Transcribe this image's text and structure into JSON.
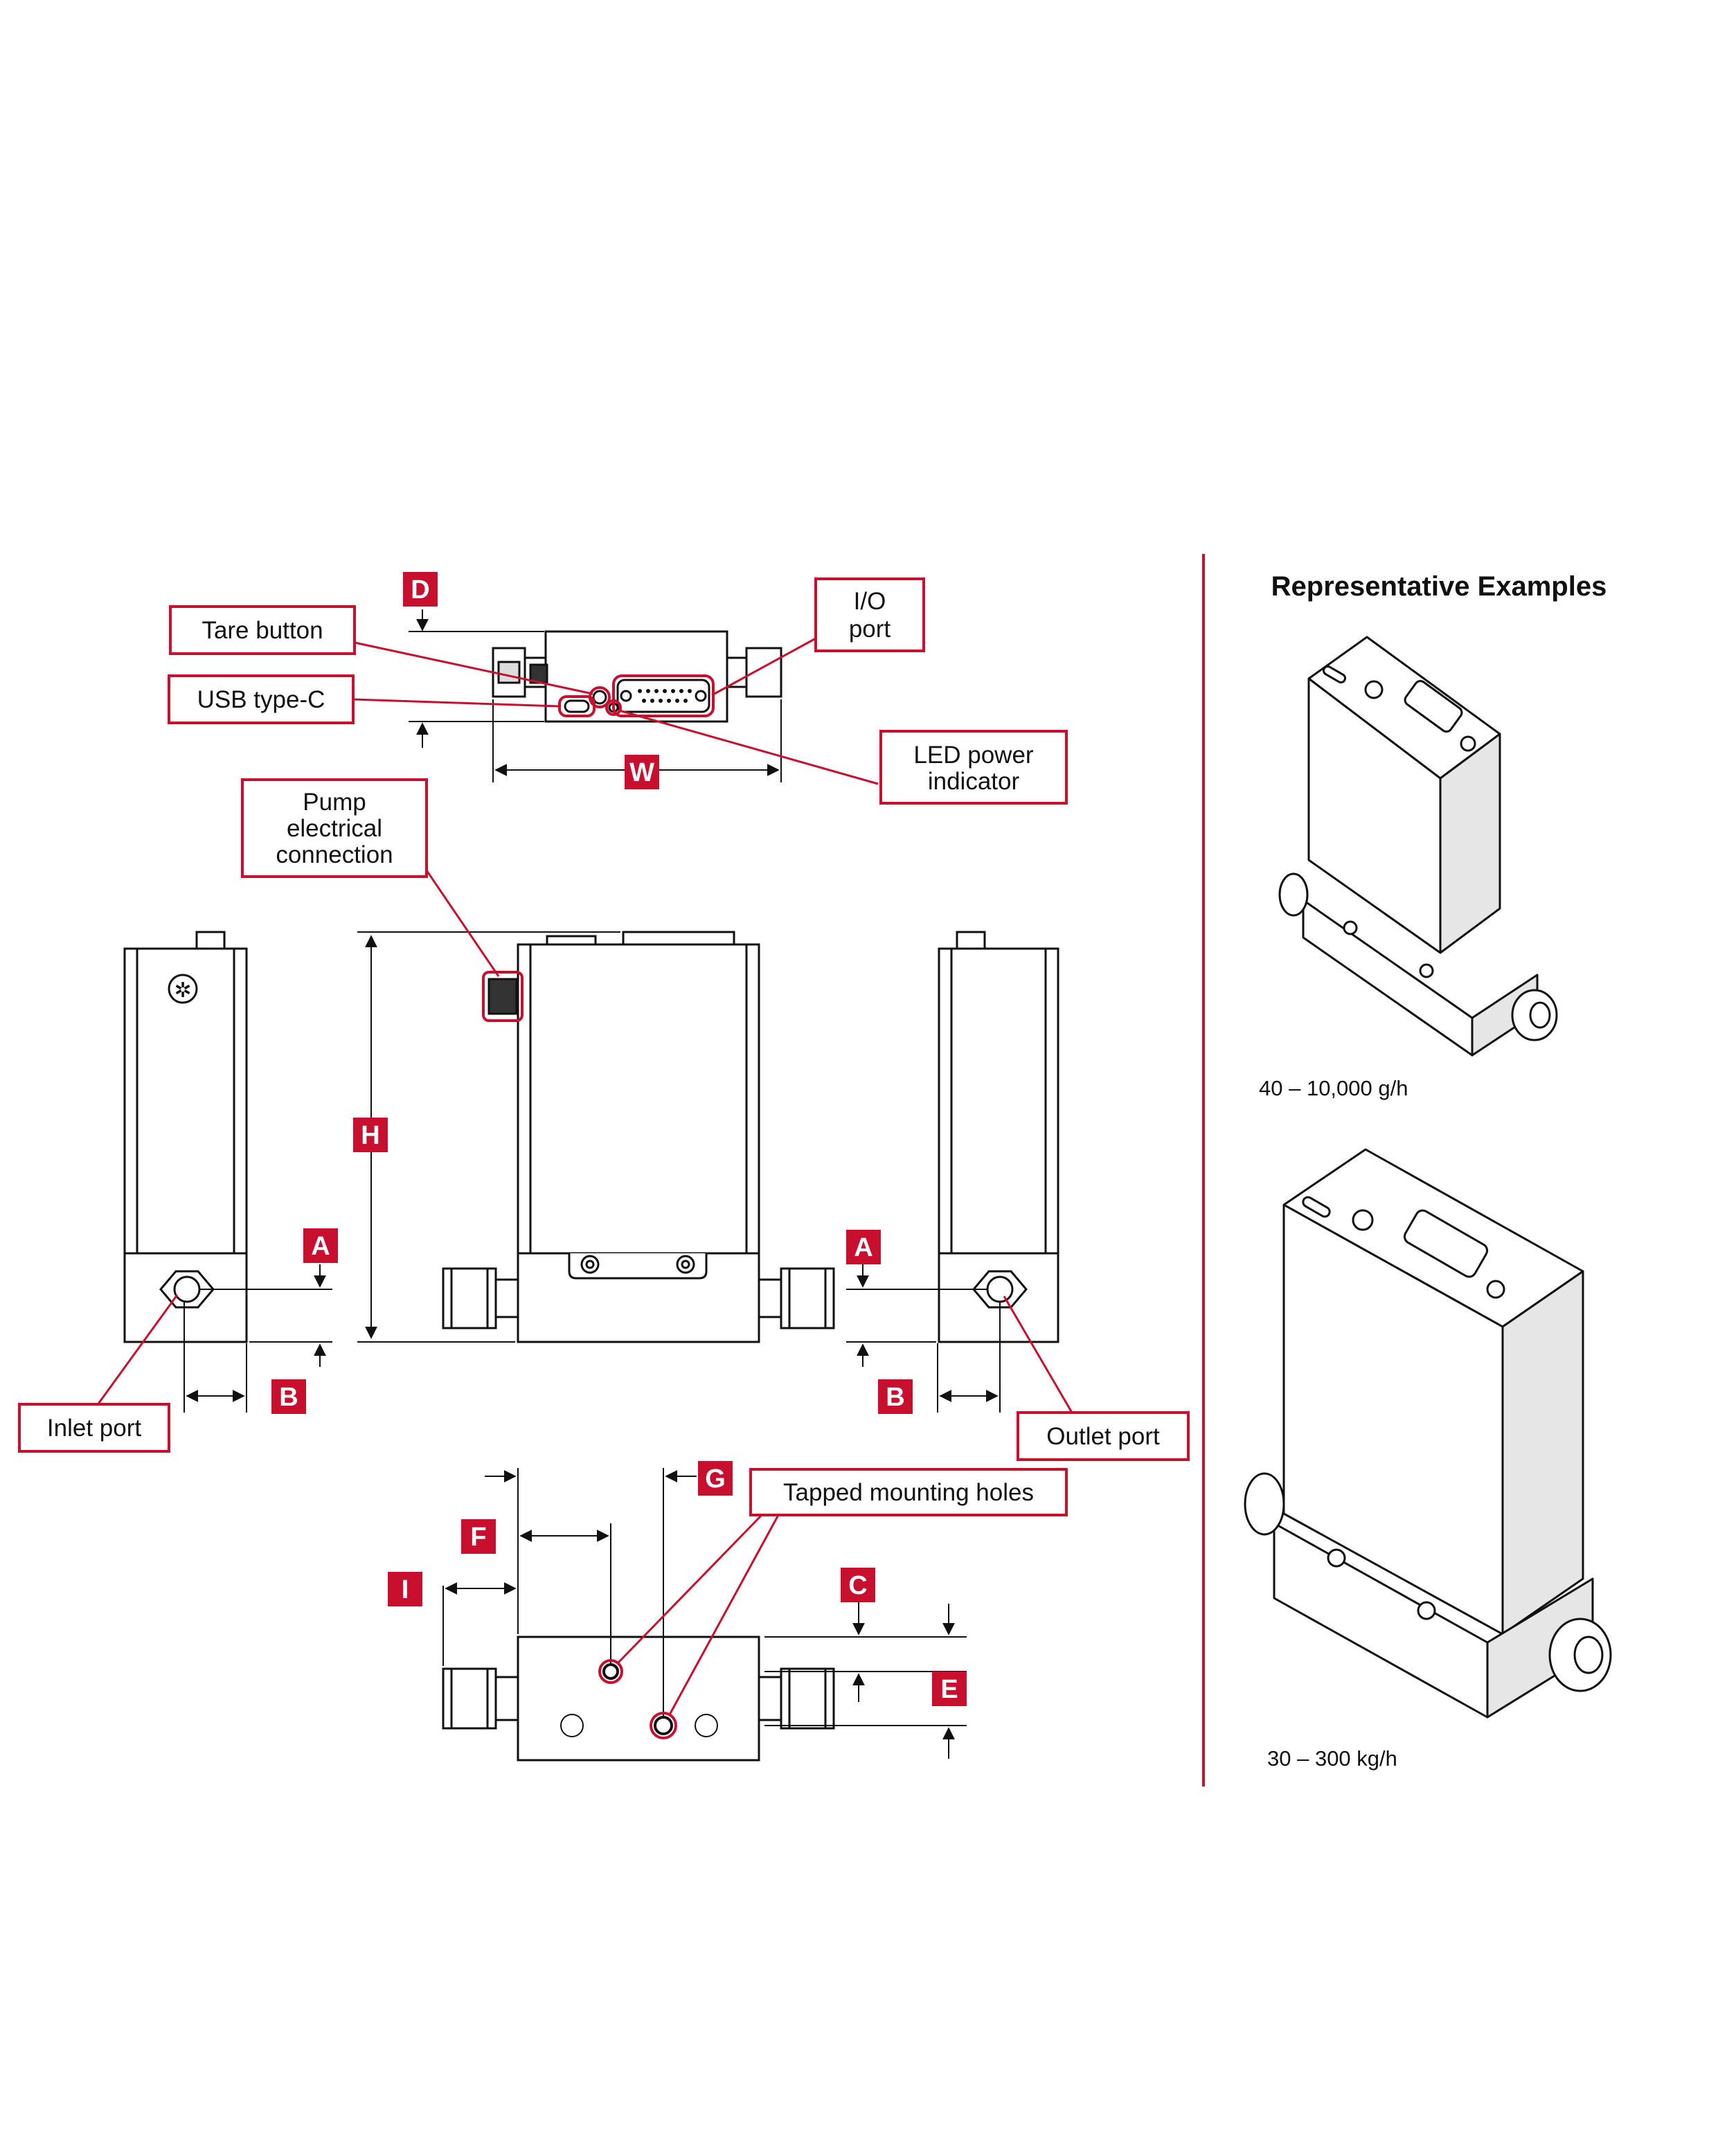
{
  "callouts": {
    "tare_button": "Tare button",
    "usb_type_c": "USB type-C",
    "io_port": [
      "I/O",
      "port"
    ],
    "led_power_indicator": [
      "LED power",
      "indicator"
    ],
    "pump_electrical_connection": [
      "Pump",
      "electrical",
      "connection"
    ],
    "inlet_port": "Inlet port",
    "outlet_port": "Outlet port",
    "tapped_mounting_holes": "Tapped mounting holes"
  },
  "dimension_labels": {
    "A": "A",
    "B": "B",
    "C": "C",
    "D": "D",
    "E": "E",
    "F": "F",
    "G": "G",
    "H": "H",
    "I": "I",
    "W": "W"
  },
  "representative": {
    "title": "Representative Examples",
    "examples": [
      {
        "caption": "40 – 10,000 g/h"
      },
      {
        "caption": "30 – 300 kg/h"
      }
    ]
  },
  "colors": {
    "accent_red": "#c8102e",
    "line": "#111111",
    "device_fill": "#ffffff",
    "device_shade": "#e6e6e6"
  }
}
